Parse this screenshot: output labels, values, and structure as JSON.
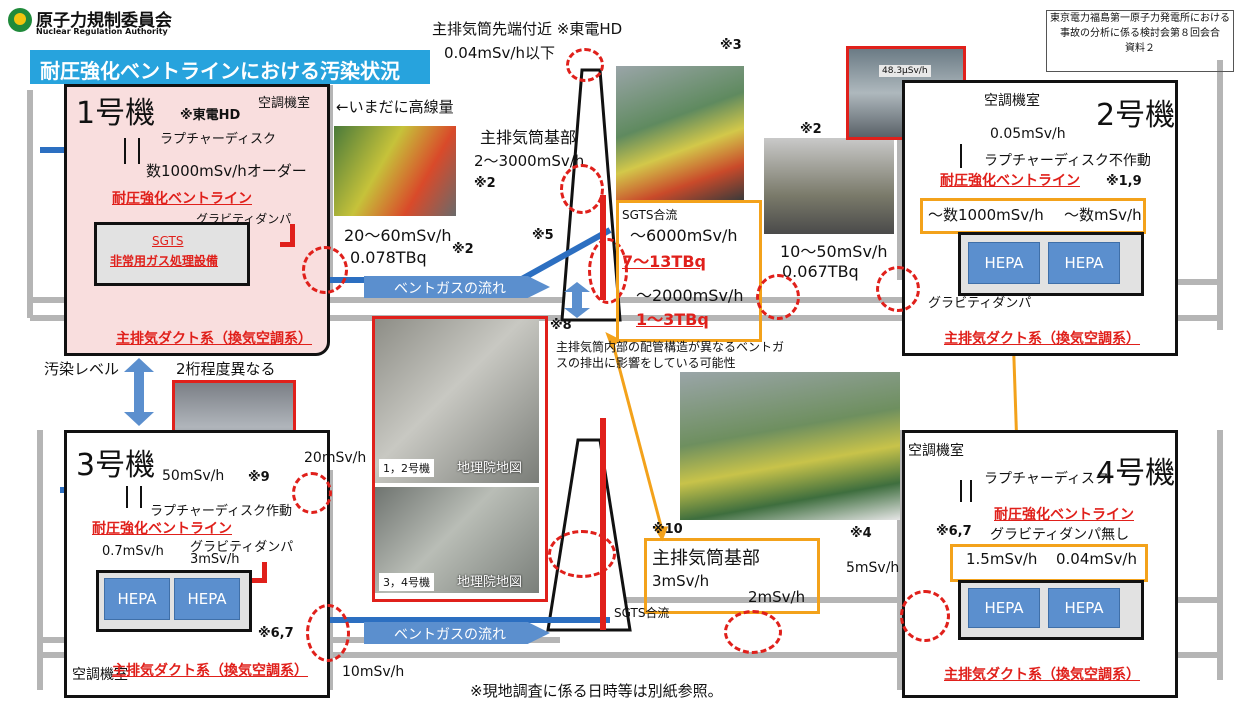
{
  "header": {
    "org_name": "原子力規制委員会",
    "org_name_en": "Nuclear Regulation Authority",
    "title": "耐圧強化ベントラインにおける汚染状況",
    "doc_ref_line1": "東京電力福島第一原子力発電所における",
    "doc_ref_line2": "事故の分析に係る検討会第８回会合",
    "doc_ref_line3": "資料２"
  },
  "stack_top": {
    "label": "主排気筒先端付近 ※東電HD",
    "value": "0.04mSv/h以下",
    "note3": "※3"
  },
  "unit1": {
    "name": "1号機",
    "source": "※東電HD",
    "room": "空調機室",
    "rupture_disk": "ラプチャーディスク",
    "dose": "数1000mSv/hオーダー",
    "vent_line": "耐圧強化ベントライン",
    "damper": "グラビティダンパ",
    "sgts1": "SGTS",
    "sgts2": "非常用ガス処理設備",
    "duct": "主排気ダクト系（換気空調系）"
  },
  "mid_top": {
    "still_high": "←いまだに高線量",
    "base_label": "主排気筒基部",
    "base_dose": "2～3000mSv/h",
    "note2a": "※2",
    "dose_20_60": "20～60mSv/h",
    "tbq_0078": "0.078TBq",
    "note2b": "※2",
    "note5": "※5",
    "note2c": "※2",
    "sgts_merge": "SGTS合流",
    "dose_6000": "～6000mSv/h",
    "tbq_7_13": "7～13TBq",
    "dose_2000": "～2000mSv/h",
    "tbq_1_3": "1～3TBq",
    "dose_10_50": "10～50mSv/h",
    "tbq_0067": "0.067TBq",
    "vent_flow": "ベントガスの流れ",
    "note8": "※8",
    "stack_note1": "主排気筒内部の配管構造が異なるベントガ",
    "stack_note2": "スの排出に影響をしている可能性"
  },
  "unit2": {
    "name": "2号機",
    "room": "空調機室",
    "photo_label": "48.3μSv/h",
    "dose": "0.05mSv/h",
    "rupture_disk": "ラプチャーディスク不作動",
    "vent_line": "耐圧強化ベントライン",
    "note19": "※1,9",
    "dose_a": "～数1000mSv/h",
    "dose_b": "～数mSv/h",
    "hepa1": "HEPA",
    "hepa2": "HEPA",
    "damper": "グラビティダンパ",
    "duct": "主排気ダクト系（換気空調系）"
  },
  "level": {
    "contamination": "汚染レベル",
    "difference": "2桁程度異なる"
  },
  "maps": {
    "label12": "1，2号機",
    "label34": "3，4号機",
    "gsi": "地理院地図"
  },
  "unit3": {
    "name": "3号機",
    "dose_50": "50mSv/h",
    "note9": "※9",
    "dose_20": "20mSv/h",
    "rupture_disk": "ラプチャーディスク作動",
    "vent_line": "耐圧強化ベントライン",
    "dose_07": "0.7mSv/h",
    "damper": "グラビティダンパ",
    "dose_3": "3mSv/h",
    "hepa1": "HEPA",
    "hepa2": "HEPA",
    "note67": "※6,7",
    "room": "空調機室",
    "duct": "主排気ダクト系（換気空調系）",
    "dose_10": "10mSv/h"
  },
  "mid_bottom": {
    "note10": "※10",
    "base_label": "主排気筒基部",
    "base_dose": "3mSv/h",
    "dose_2": "2mSv/h",
    "sgts_merge": "SGTS合流",
    "vent_flow": "ベントガスの流れ",
    "note4": "※4",
    "dose_5": "5mSv/h",
    "footer": "※現地調査に係る日時等は別紙参照。"
  },
  "unit4": {
    "name": "4号機",
    "room": "空調機室",
    "rupture_disk": "ラプチャーディスク",
    "vent_line": "耐圧強化ベントライン",
    "note67": "※6,7",
    "damper_none": "グラビティダンパ無し",
    "dose_a": "1.5mSv/h",
    "dose_b": "0.04mSv/h",
    "hepa1": "HEPA",
    "hepa2": "HEPA",
    "duct": "主排気ダクト系（換気空調系）"
  },
  "colors": {
    "title_bg": "#27a3dd",
    "vent_blue": "#2c6fc1",
    "red": "#e0201b",
    "orange": "#f3a21b",
    "pipe_gray": "#b5b5b5",
    "pink_bg": "#f9dede"
  }
}
